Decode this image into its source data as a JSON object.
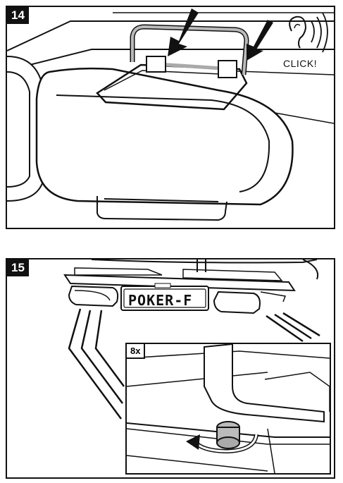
{
  "step_14": {
    "number": "14",
    "sound_label": "CLICK!",
    "icons": [
      "ear-icon",
      "sound-waves-icon",
      "push-down-arrow-icon"
    ]
  },
  "step_15": {
    "number": "15",
    "plate_text": "POKER-F",
    "repeat_label": "8x",
    "icons": [
      "rotate-arrow-icon",
      "pointer-lines-icon"
    ]
  }
}
